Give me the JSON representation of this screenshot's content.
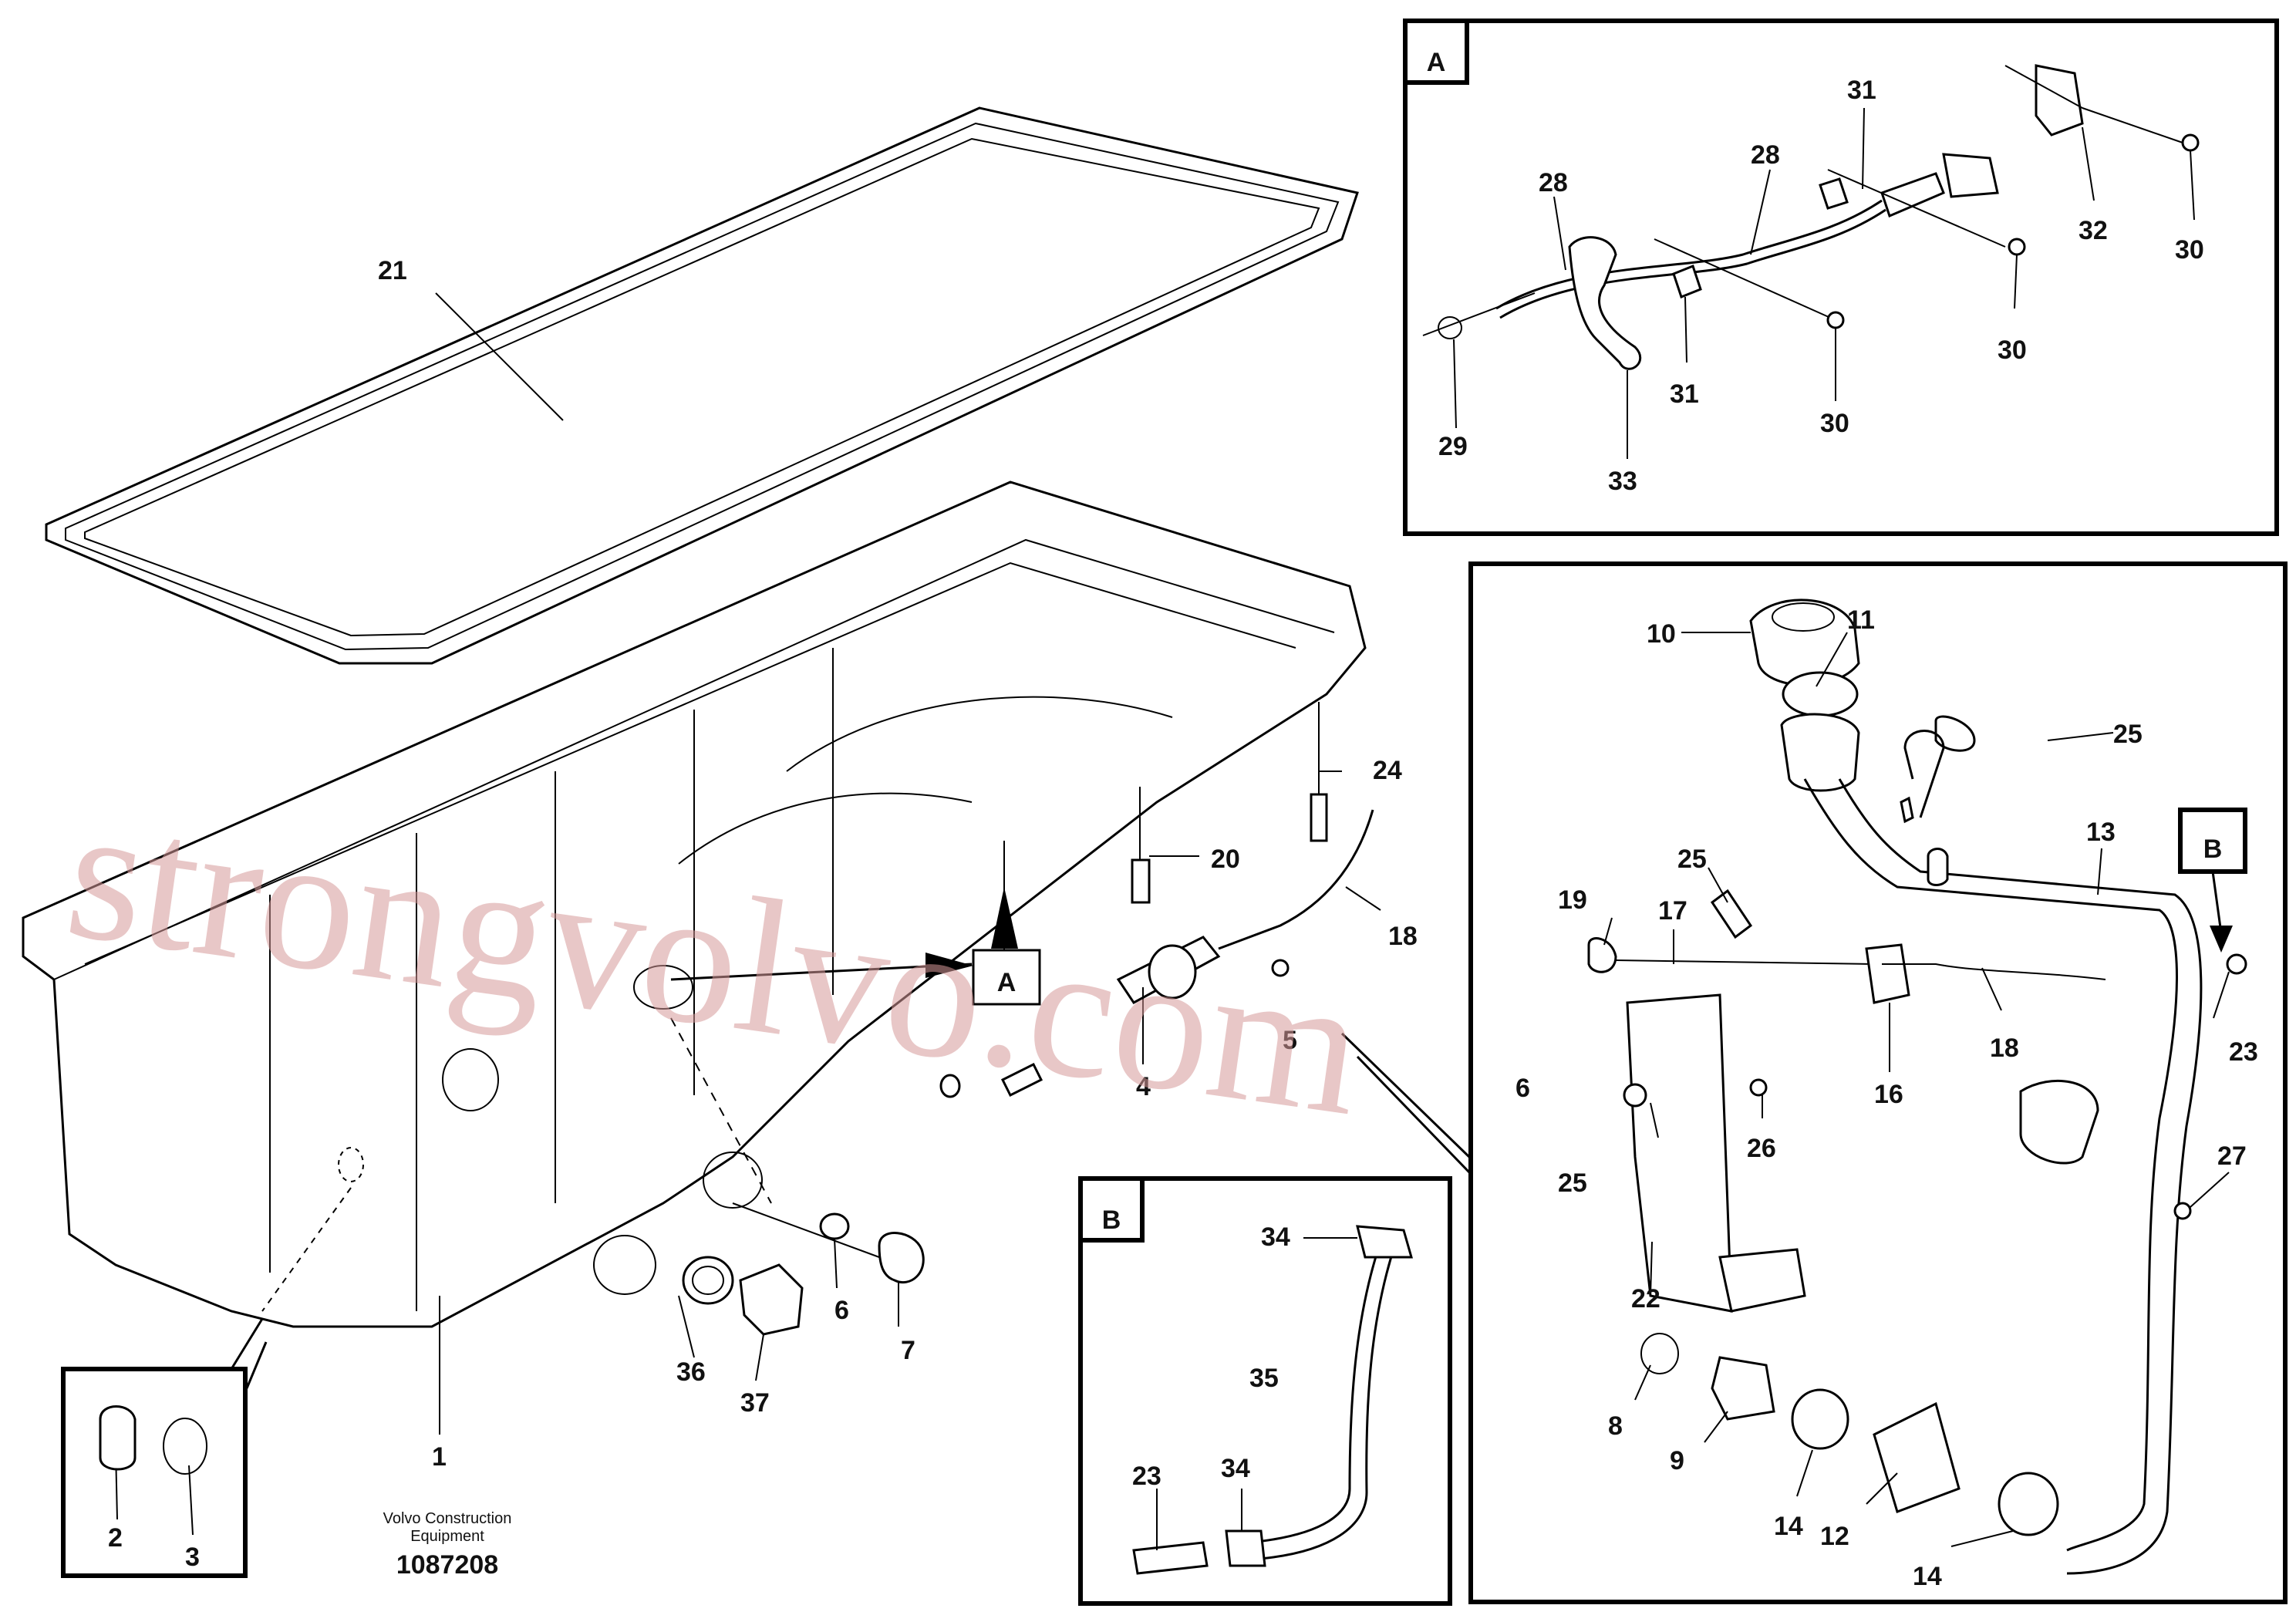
{
  "watermark": "strongvolvo.com",
  "publisher": {
    "line1": "Volvo Construction",
    "line2": "Equipment"
  },
  "document_number": "1087208",
  "detail_letters": {
    "a": "A",
    "b": "B"
  },
  "labels": {
    "l1": "1",
    "l2": "2",
    "l3": "3",
    "l4": "4",
    "l5": "5",
    "l6": "6",
    "l7": "7",
    "l8": "8",
    "l9": "9",
    "l10": "10",
    "l11": "11",
    "l12": "12",
    "l13": "13",
    "l14a": "14",
    "l14b": "14",
    "l16": "16",
    "l17": "17",
    "l18a": "18",
    "l18b": "18",
    "l19": "19",
    "l20": "20",
    "l21": "21",
    "l22": "22",
    "l23a": "23",
    "l23b": "23",
    "l24": "24",
    "l25a": "25",
    "l25b": "25",
    "l25c": "25",
    "l26": "26",
    "l27": "27",
    "l28a": "28",
    "l28b": "28",
    "l29": "29",
    "l30a": "30",
    "l30b": "30",
    "l30c": "30",
    "l31a": "31",
    "l31b": "31",
    "l32": "32",
    "l33": "33",
    "l34a": "34",
    "l34b": "34",
    "l35": "35",
    "l36": "36",
    "l37": "37",
    "l6b": "6"
  }
}
